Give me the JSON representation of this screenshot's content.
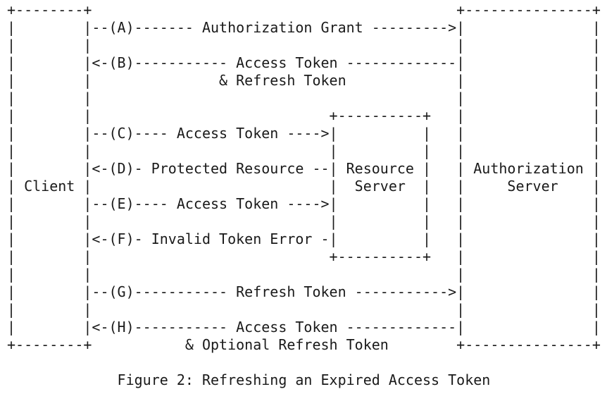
{
  "diagram": {
    "lines": [
      "+--------+                                           +---------------+",
      "|        |--(A)------- Authorization Grant --------->|               |",
      "|        |                                           |               |",
      "|        |<-(B)----------- Access Token -------------|               |",
      "|        |               & Refresh Token             |               |",
      "|        |                                           |               |",
      "|        |                            +----------+   |               |",
      "|        |--(C)---- Access Token ---->|          |   |               |",
      "|        |                            |          |   |               |",
      "|        |<-(D)- Protected Resource --| Resource |   | Authorization |",
      "| Client |                            |  Server  |   |     Server    |",
      "|        |--(E)---- Access Token ---->|          |   |               |",
      "|        |                            |          |   |               |",
      "|        |<-(F)- Invalid Token Error -|          |   |               |",
      "|        |                            +----------+   |               |",
      "|        |                                           |               |",
      "|        |--(G)----------- Refresh Token ----------->|               |",
      "|        |                                           |               |",
      "|        |<-(H)----------- Access Token -------------|               |",
      "+--------+           & Optional Refresh Token        +---------------+",
      "",
      "             Figure 2: Refreshing an Expired Access Token"
    ]
  }
}
